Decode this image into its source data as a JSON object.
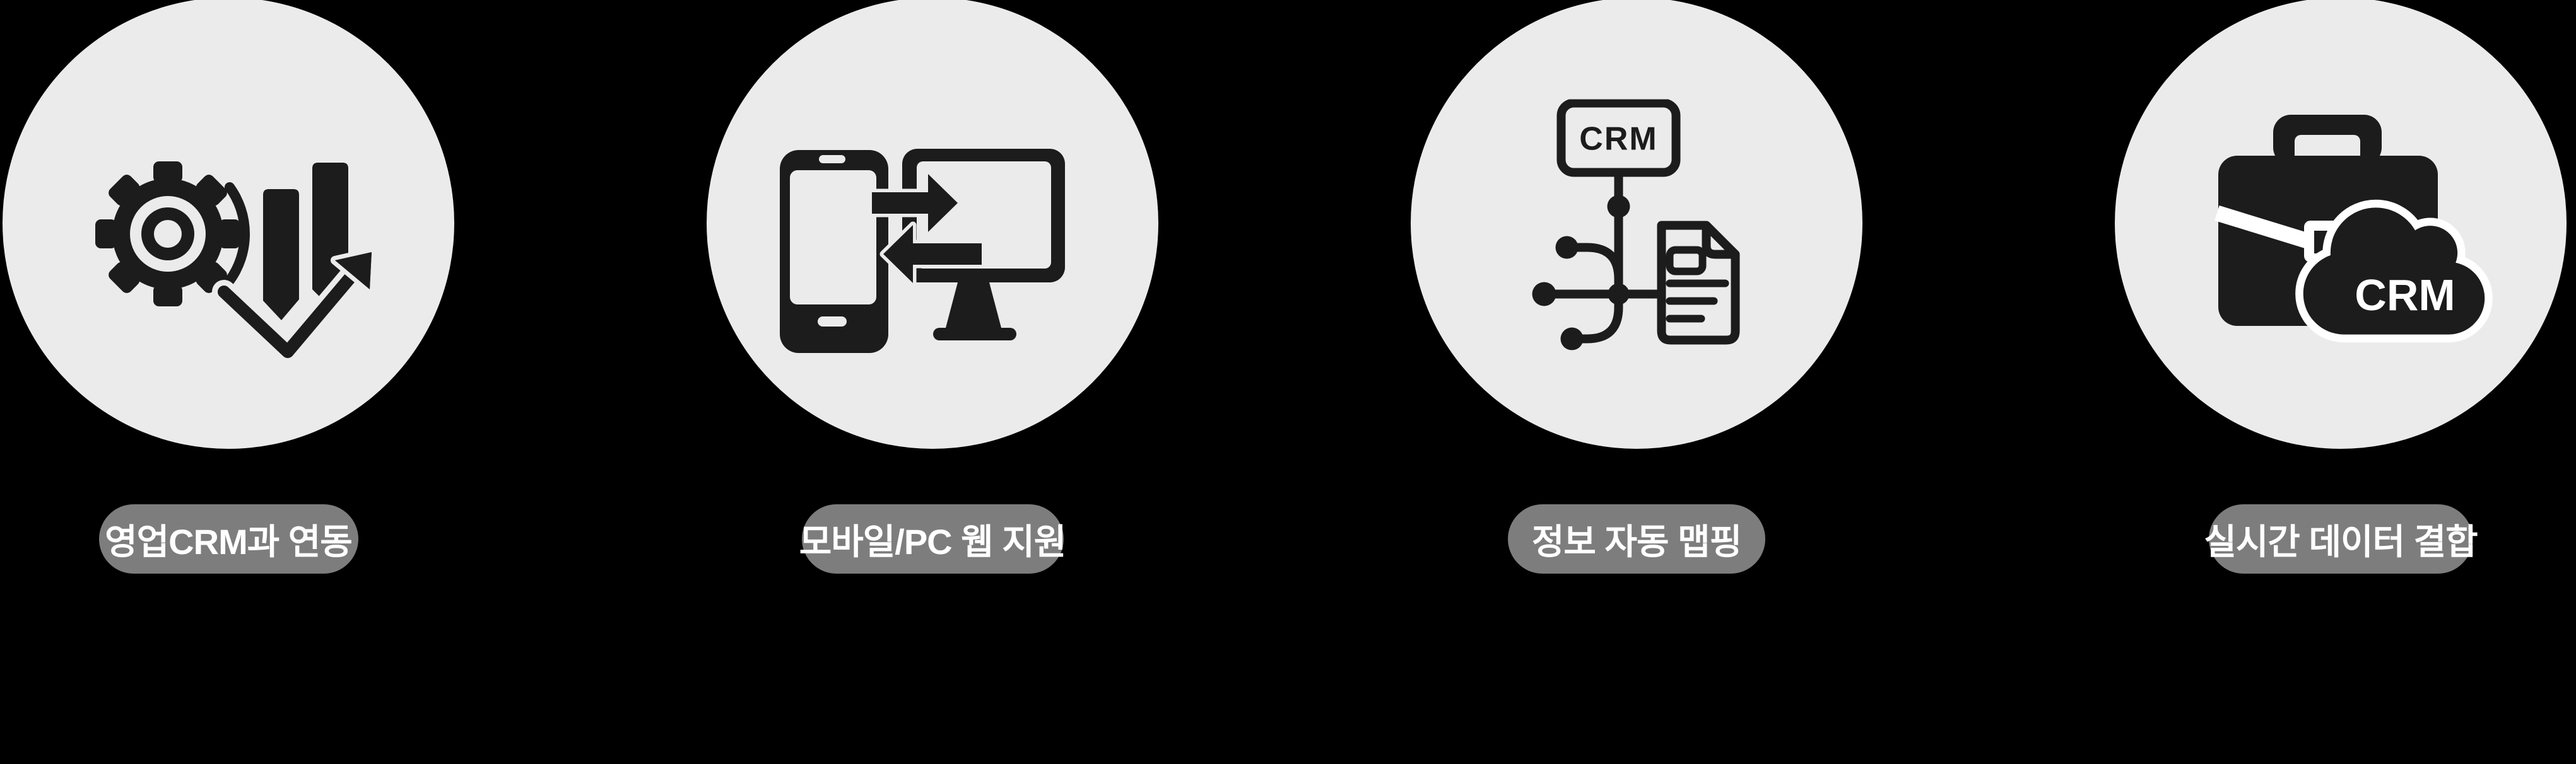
{
  "page": {
    "type": "feature-infographic",
    "background_color": "#000000",
    "circle_color": "#ebebeb",
    "icon_color": "#1c1c1c",
    "pill_color": "#7d7d7d",
    "pill_text_color": "#ffffff"
  },
  "features": [
    {
      "id": "crm-sync",
      "icon": "gear-growth-chart",
      "label": "영업CRM과 연동"
    },
    {
      "id": "mobile-pc-web",
      "icon": "mobile-pc-sync",
      "label": "모바일/PC 웹 지원"
    },
    {
      "id": "auto-mapping",
      "icon": "crm-mapping",
      "label": "정보 자동 맵핑"
    },
    {
      "id": "realtime-data",
      "icon": "briefcase-crm-cloud",
      "label": "실시간 데이터 결합"
    }
  ],
  "icon_labels": {
    "crm_box": "CRM",
    "crm_cloud": "CRM"
  }
}
